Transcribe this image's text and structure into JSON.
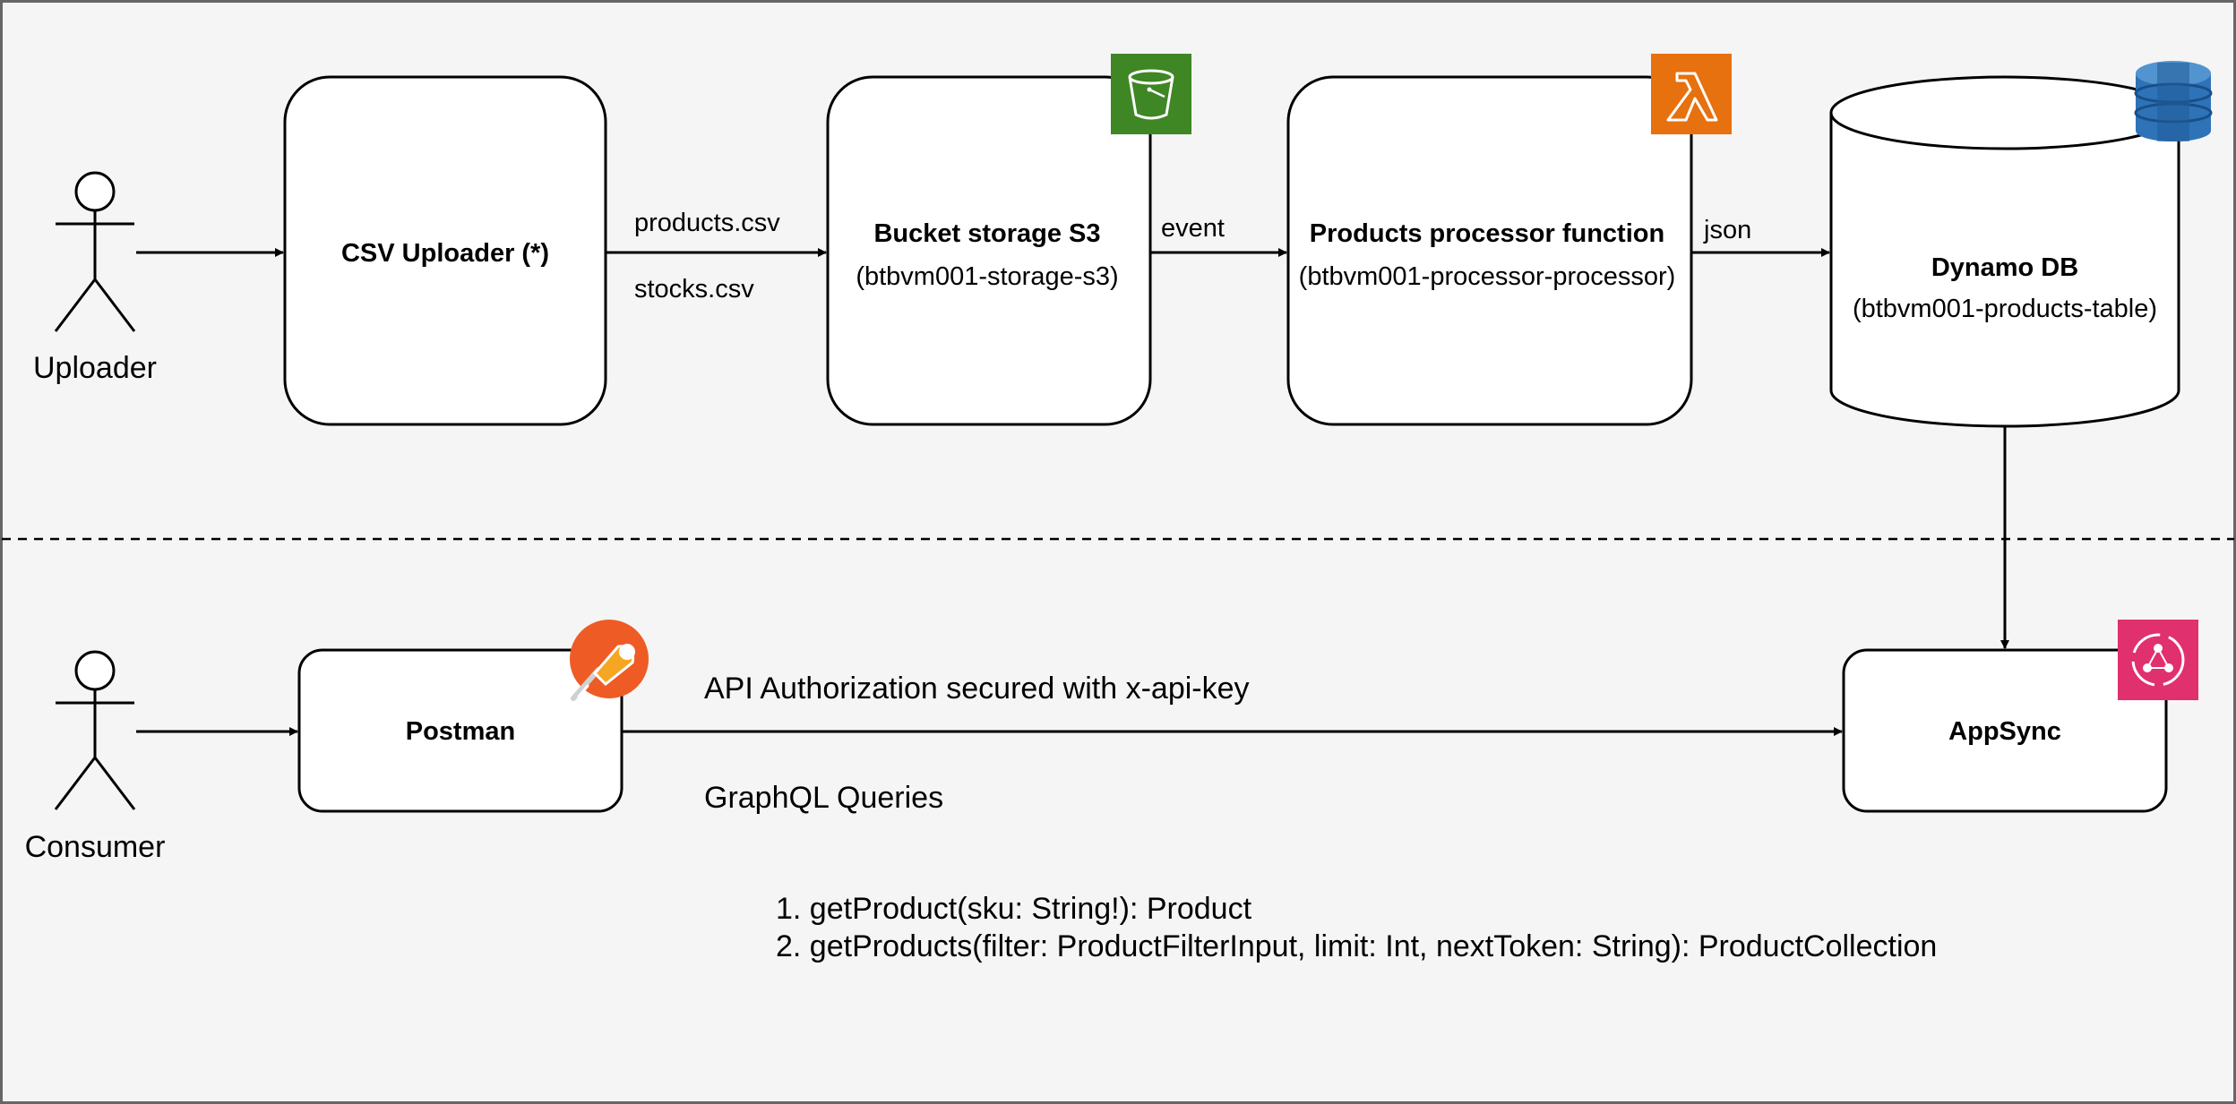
{
  "actors": {
    "uploader": "Uploader",
    "consumer": "Consumer"
  },
  "nodes": {
    "csv_uploader": {
      "title": "CSV Uploader (*)"
    },
    "s3": {
      "title": "Bucket storage S3",
      "subtitle": "(btbvm001-storage-s3)",
      "icon": "s3-bucket-icon"
    },
    "lambda": {
      "title": "Products processor function",
      "subtitle": "(btbvm001-processor-processor)",
      "icon": "lambda-icon"
    },
    "dynamodb": {
      "title": "Dynamo DB",
      "subtitle": "(btbvm001-products-table)",
      "icon": "dynamodb-icon"
    },
    "postman": {
      "title": "Postman",
      "icon": "postman-icon"
    },
    "appsync": {
      "title": "AppSync",
      "icon": "appsync-icon"
    }
  },
  "edges": {
    "uploader_to_csv": "",
    "csv_to_s3": {
      "label_top": "products.csv",
      "label_bottom": "stocks.csv"
    },
    "s3_to_lambda": {
      "label": "event"
    },
    "lambda_to_dynamo": {
      "label": "json"
    },
    "postman_to_appsync": {
      "label_top": "API Authorization secured with x-api-key",
      "label_bottom": "GraphQL Queries"
    }
  },
  "queries": [
    "1. getProduct(sku: String!): Product",
    "2. getProducts(filter: ProductFilterInput, limit: Int, nextToken: String): ProductCollection"
  ],
  "colors": {
    "background": "#f5f5f5",
    "s3": "#3f8624",
    "lambda": "#e7700f",
    "dynamodb": "#2e73b8",
    "postman": "#ef5b25",
    "appsync": "#e0306e"
  }
}
